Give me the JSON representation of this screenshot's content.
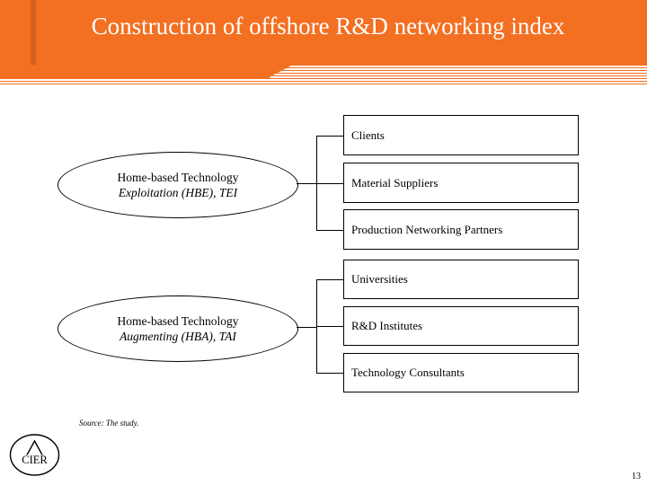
{
  "slide": {
    "title": "Construction of offshore R&D networking index",
    "source_note": "Source: The study.",
    "page_number": "13",
    "logo_text": "CIER",
    "accent_color": "#F36F21"
  },
  "diagram": {
    "nodes": [
      {
        "id": "hbe",
        "line1": "Home-based Technology",
        "line2": "Exploitation (HBE), TEI"
      },
      {
        "id": "hba",
        "line1": "Home-based Technology",
        "line2": "Augmenting (HBA), TAI"
      }
    ],
    "branches": [
      {
        "group": "hbe",
        "label": "Clients"
      },
      {
        "group": "hbe",
        "label": "Material Suppliers"
      },
      {
        "group": "hbe",
        "label": "Production Networking Partners"
      },
      {
        "group": "hba",
        "label": "Universities"
      },
      {
        "group": "hba",
        "label": "R&D Institutes"
      },
      {
        "group": "hba",
        "label": "Technology Consultants"
      }
    ]
  }
}
